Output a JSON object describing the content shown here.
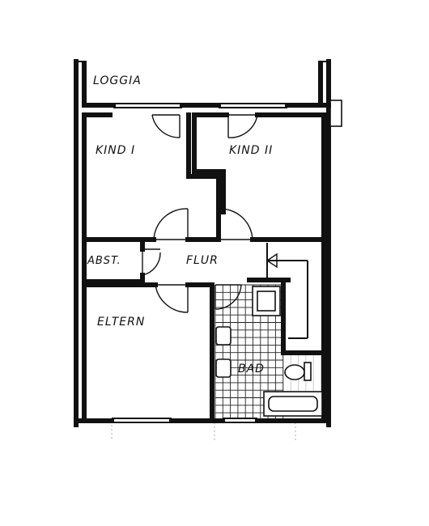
{
  "rooms": {
    "loggia": "LOGGIA",
    "kind1": "KIND I",
    "kind2": "KIND II",
    "abst": "ABST.",
    "flur": "FLUR",
    "eltern": "ELTERN",
    "bad": "BAD"
  }
}
